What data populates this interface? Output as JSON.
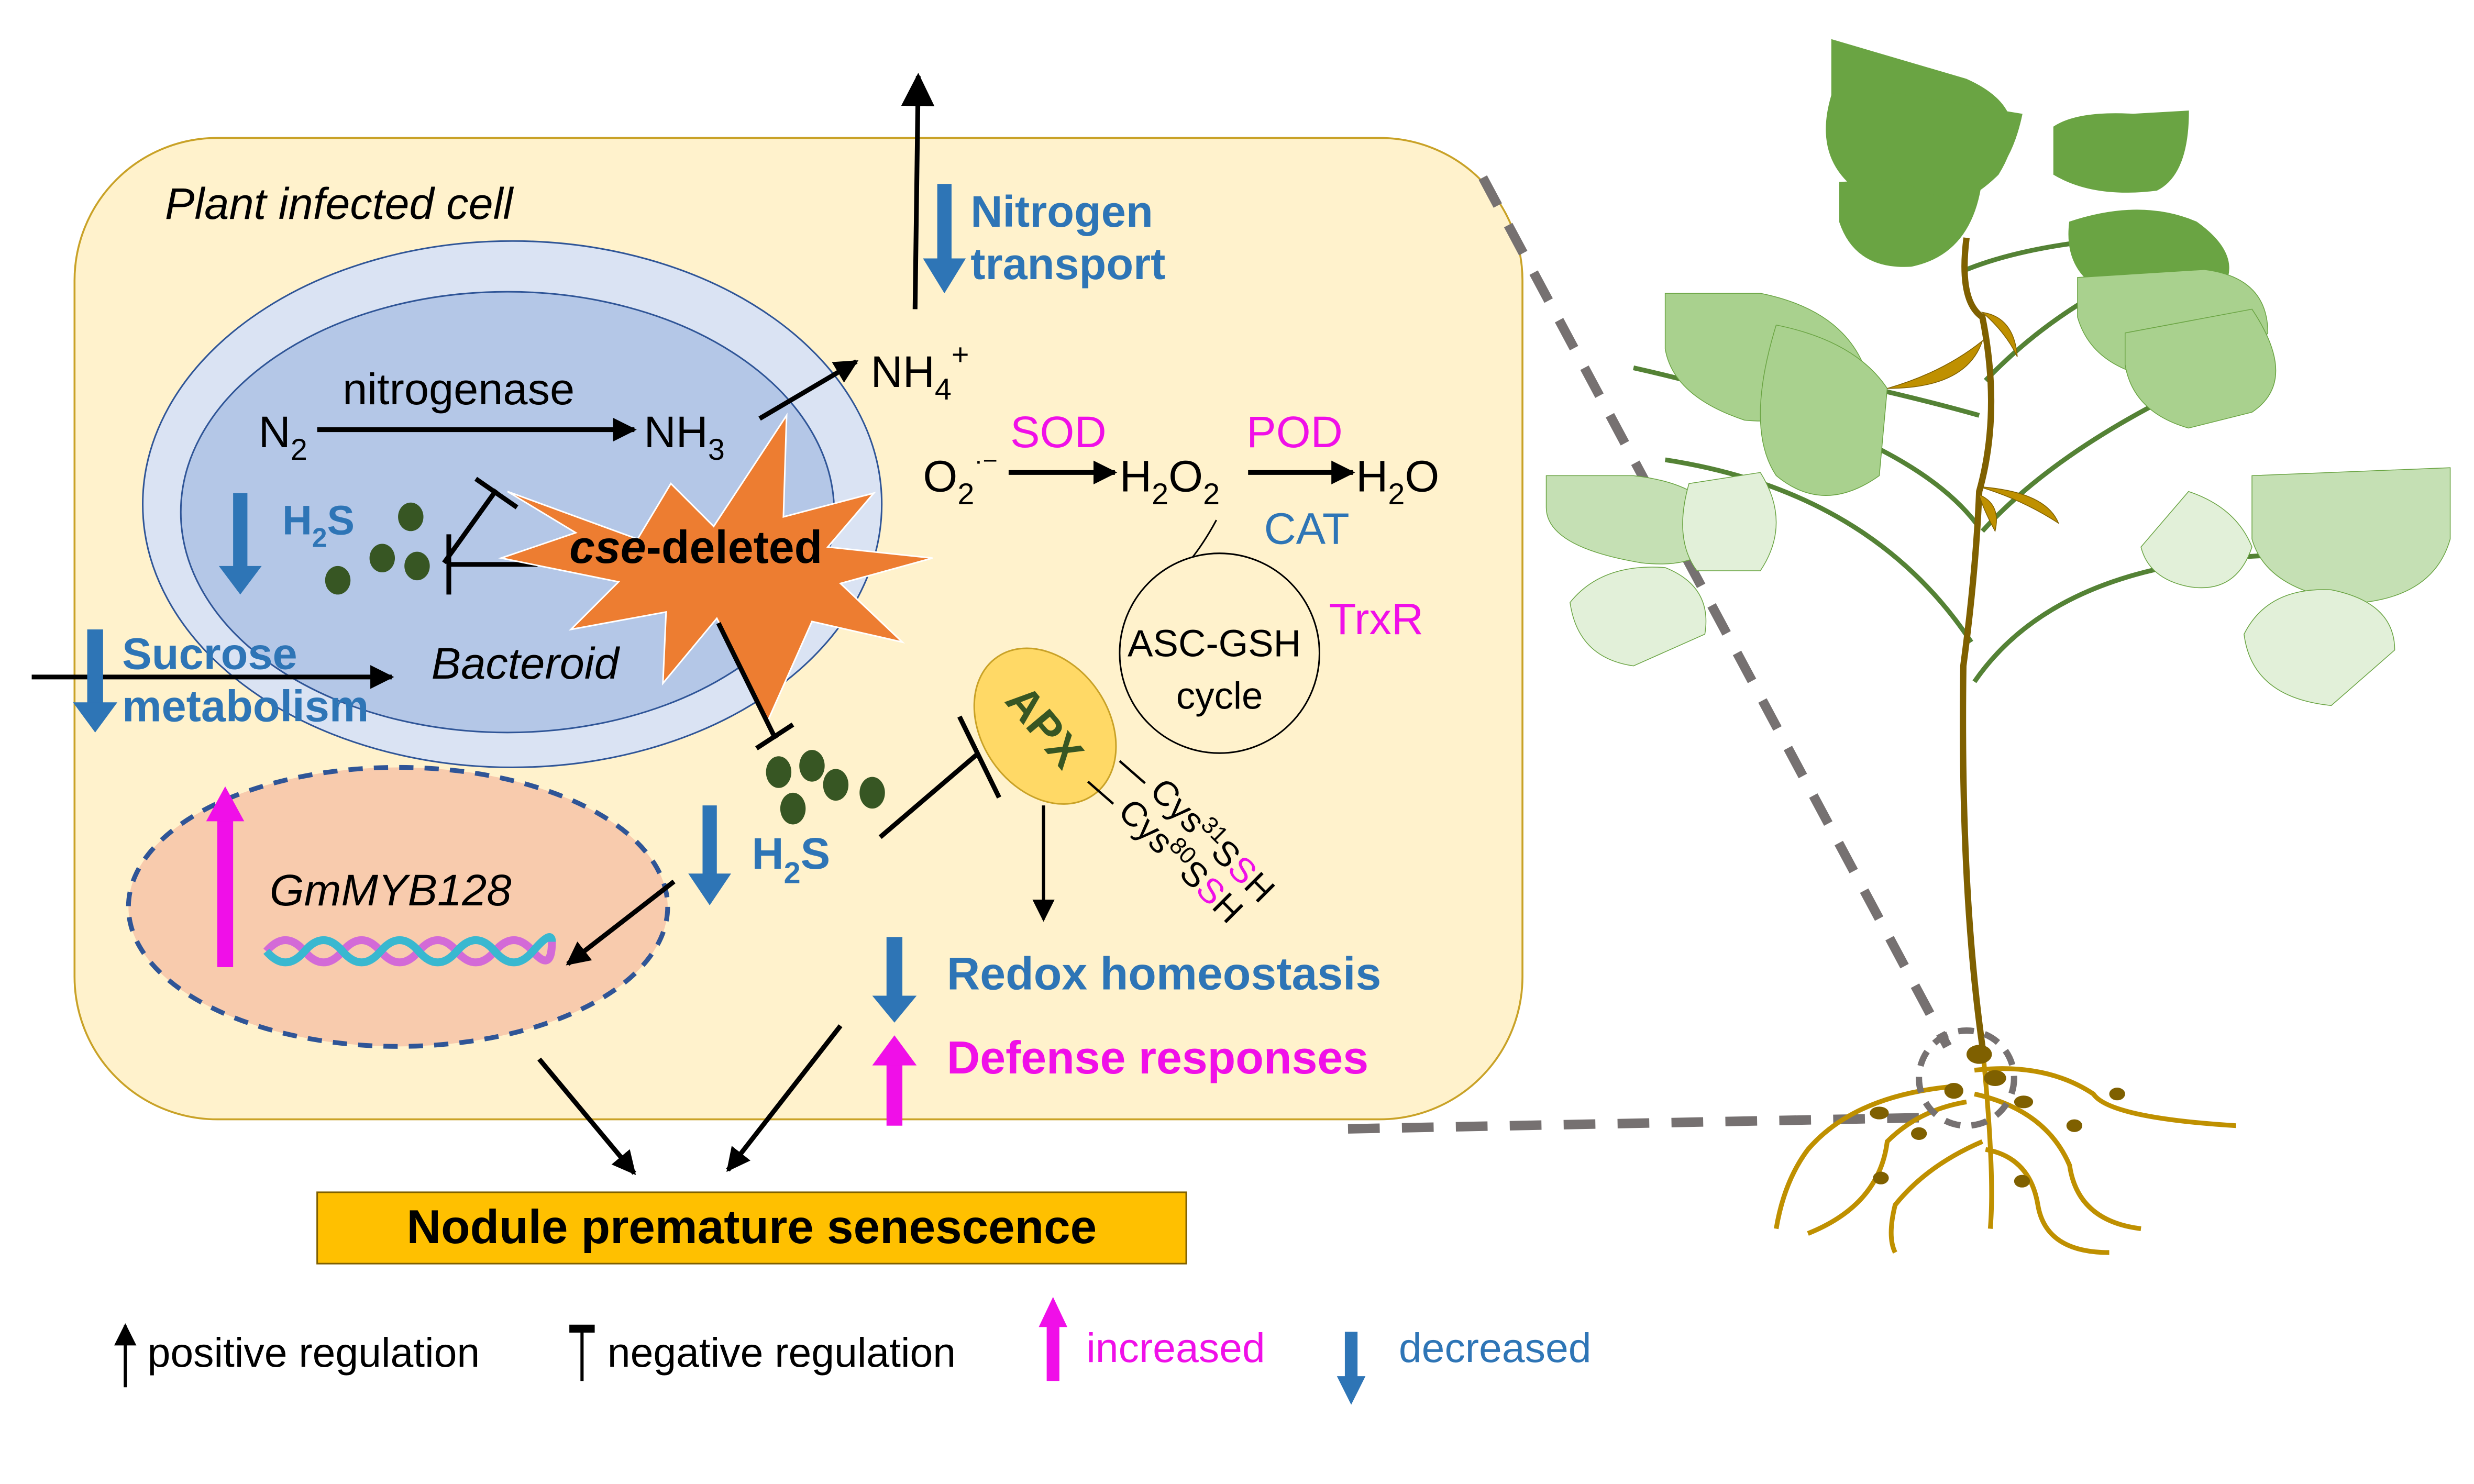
{
  "colors": {
    "cell_fill": "#FFF2CC",
    "cell_border": "#C9A227",
    "bacteroid_outer": "#DAE3F3",
    "bacteroid_inner": "#B4C7E7",
    "bacteroid_border": "#2F5597",
    "burst": "#ED7D31",
    "h2s_dot": "#375623",
    "blue": "#2E75B6",
    "magenta": "#F00FE8",
    "nucleus_fill": "#F8CBAD",
    "nucleus_border": "#2F5597",
    "apx_fill": "#FFD966",
    "apx_text": "#375623",
    "outcome_fill": "#FFC000",
    "dash_gray": "#767171",
    "leaf_dark": "#6AA443",
    "leaf_mid": "#A9D18E",
    "leaf_light": "#C5E0B4",
    "leaf_pale": "#E2F0D9",
    "vein": "#385723",
    "stem": "#7F6000",
    "root": "#BF9000",
    "pod": "#BF9000"
  },
  "cell": {
    "title": "Plant infected cell"
  },
  "bacteroid": {
    "label": "Bacteroid",
    "n2": "N",
    "n2_sub": "2",
    "enzyme": "nitrogenase",
    "nh3": "NH",
    "nh3_sub": "3",
    "h2s": "H",
    "h2s_sub": "2",
    "h2s_tail": "S",
    "h2s_change": "decreased",
    "mutant": "cse-deleted",
    "mutant_italic_part": "cse",
    "mutant_rest": "-deleted"
  },
  "nitrogen": {
    "nh4": "NH",
    "nh4_sub": "4",
    "nh4_sup": "+",
    "transport_line1": "Nitrogen",
    "transport_line2": "transport",
    "change": "decreased"
  },
  "sucrose": {
    "line1": "Sucrose",
    "line2": "metabolism",
    "change": "decreased"
  },
  "ros": {
    "o2": "O",
    "o2_sub": "2",
    "o2_sup": "·−",
    "sod": "SOD",
    "h2o2": "H",
    "h2o2_sub1": "2",
    "h2o2_mid": "O",
    "h2o2_sub2": "2",
    "pod": "POD",
    "cat": "CAT",
    "h2o": "H",
    "h2o_sub": "2",
    "h2o_tail": "O",
    "cycle_line1": "ASC-GSH",
    "cycle_line2": "cycle",
    "trxr": "TrxR"
  },
  "apx": {
    "label": "APX",
    "site1_pre": "Cys",
    "site1_num": "31",
    "site1_s1": "S",
    "site1_s2": "S",
    "site1_h": "H",
    "site2_pre": "Cys",
    "site2_num": "80",
    "site2_s1": "S",
    "site2_s2": "S",
    "site2_h": "H"
  },
  "cytosol_h2s": {
    "h": "H",
    "sub": "2",
    "tail": "S",
    "change": "decreased"
  },
  "nucleus": {
    "gene": "GmMYB128",
    "change": "increased"
  },
  "effects": [
    {
      "label": "Redox homeostasis",
      "change": "decreased"
    },
    {
      "label": "Defense responses",
      "change": "increased"
    }
  ],
  "outcome": {
    "label": "Nodule premature senescence"
  },
  "legend": {
    "positive": "positive regulation",
    "negative": "negative regulation",
    "increased": "increased",
    "decreased": "decreased"
  }
}
